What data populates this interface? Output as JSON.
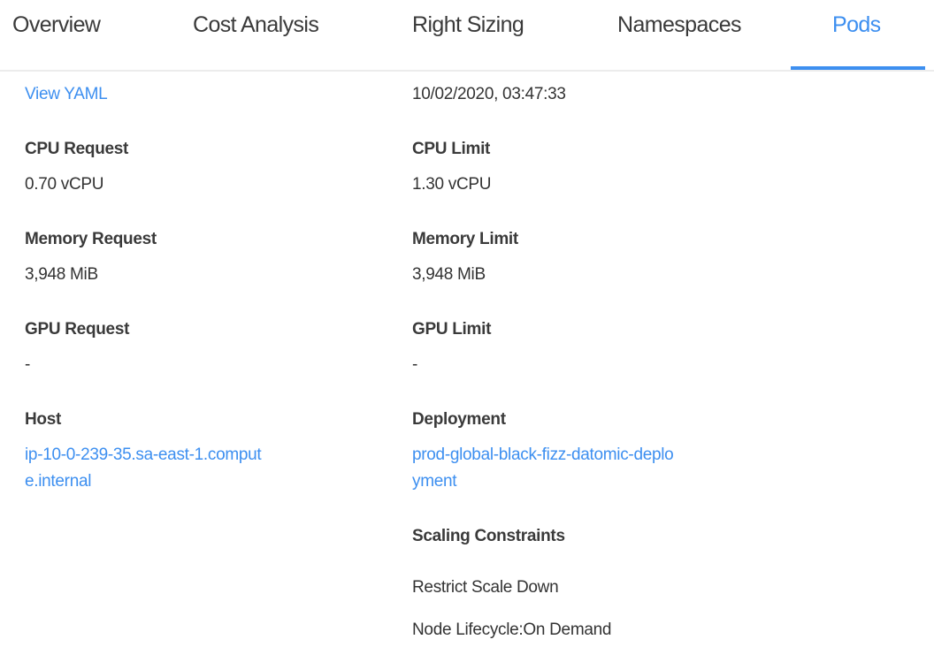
{
  "tabs": [
    {
      "label": "Overview",
      "active": false
    },
    {
      "label": "Cost Analysis",
      "active": false
    },
    {
      "label": "Right Sizing",
      "active": false
    },
    {
      "label": "Namespaces",
      "active": false
    },
    {
      "label": "Pods",
      "active": true
    }
  ],
  "colors": {
    "accent": "#3d8ff0"
  },
  "details": {
    "view_yaml": "View YAML",
    "timestamp": "10/02/2020, 03:47:33",
    "cpu_request": {
      "label": "CPU Request",
      "value": "0.70 vCPU"
    },
    "cpu_limit": {
      "label": "CPU Limit",
      "value": "1.30 vCPU"
    },
    "memory_request": {
      "label": "Memory Request",
      "value": "3,948 MiB"
    },
    "memory_limit": {
      "label": "Memory Limit",
      "value": "3,948 MiB"
    },
    "gpu_request": {
      "label": "GPU Request",
      "value": "-"
    },
    "gpu_limit": {
      "label": "GPU Limit",
      "value": "-"
    },
    "host": {
      "label": "Host",
      "value_line1": "ip-10-0-239-35.sa-east-1.comput",
      "value_line2": "e.internal"
    },
    "deployment": {
      "label": "Deployment",
      "value_line1": "prod-global-black-fizz-datomic-deplo",
      "value_line2": "yment"
    },
    "scaling": {
      "label": "Scaling Constraints",
      "items": [
        "Restrict Scale Down",
        "Node Lifecycle:On Demand"
      ]
    }
  }
}
